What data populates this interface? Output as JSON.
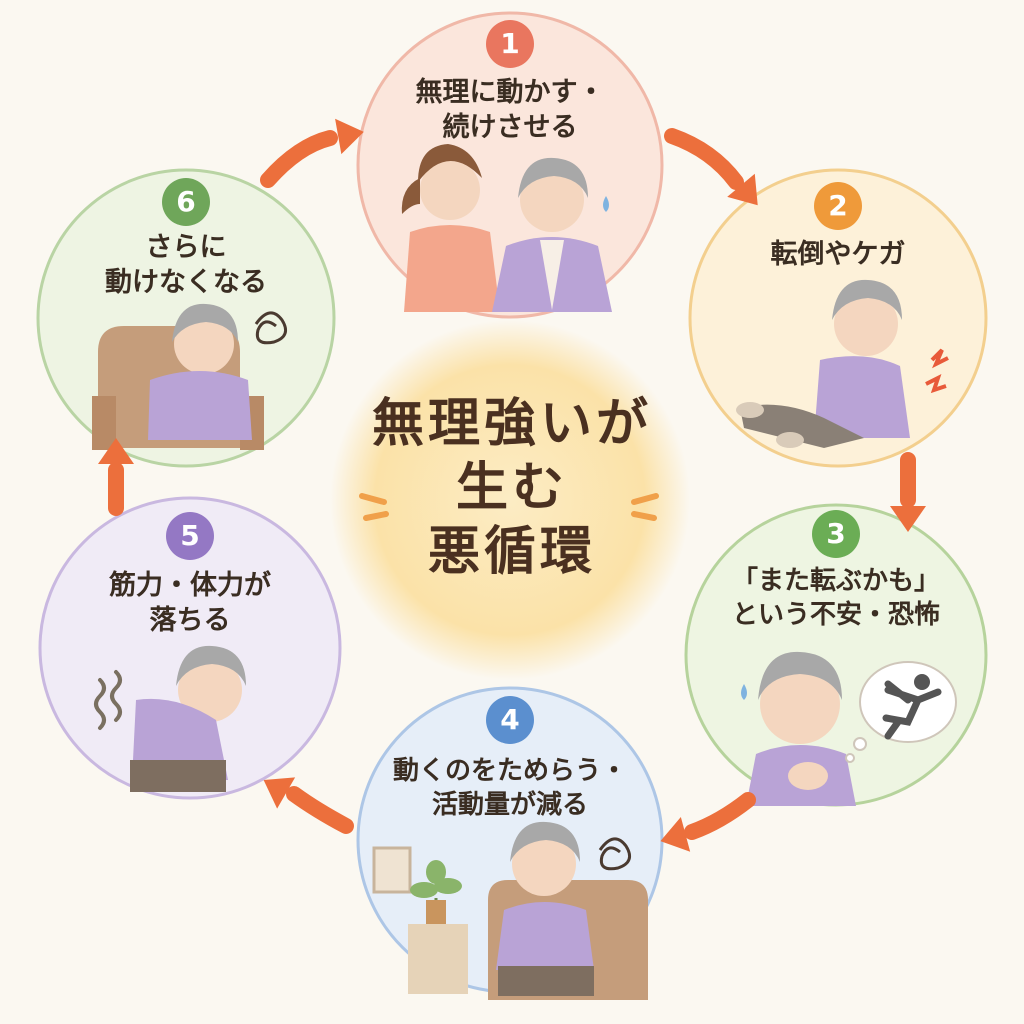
{
  "center": {
    "line1": "無理強いが",
    "line2": "生む",
    "line3": "悪循環"
  },
  "steps": [
    {
      "num": "1",
      "line1": "無理に動かす・",
      "line2": "続けさせる",
      "color": "#e9765f",
      "bg": "#fbe6dc",
      "ring": "#f0b8a8"
    },
    {
      "num": "2",
      "line1": "転倒やケガ",
      "line2": "",
      "color": "#ef9a3a",
      "bg": "#fdf1d9",
      "ring": "#f3cf8e"
    },
    {
      "num": "3",
      "line1": "「また転ぶかも」",
      "line2": "という不安・恐怖",
      "color": "#6bad55",
      "bg": "#eef5e2",
      "ring": "#b6d39c"
    },
    {
      "num": "4",
      "line1": "動くのをためらう・",
      "line2": "活動量が減る",
      "color": "#5b8fcf",
      "bg": "#e6eef8",
      "ring": "#adc6e6"
    },
    {
      "num": "5",
      "line1": "筋力・体力が",
      "line2": "落ちる",
      "color": "#9478c4",
      "bg": "#f0ebf6",
      "ring": "#c9b8e0"
    },
    {
      "num": "6",
      "line1": "さらに",
      "line2": "動けなくなる",
      "color": "#6fa65a",
      "bg": "#eef4e3",
      "ring": "#b9d4a4"
    }
  ],
  "colors": {
    "arrow": "#ec6f3c",
    "center_glow": "#fbe2a8",
    "person_sweater": "#b9a3d6",
    "person_hair": "#9a9a9a",
    "skin": "#f4d6bf",
    "chair": "#b88a66"
  },
  "icons": [
    "worry-scribble-icon",
    "fall-figure-thought-icon",
    "sweat-drop-icon",
    "shake-lines-icon",
    "pain-spark-icon"
  ]
}
